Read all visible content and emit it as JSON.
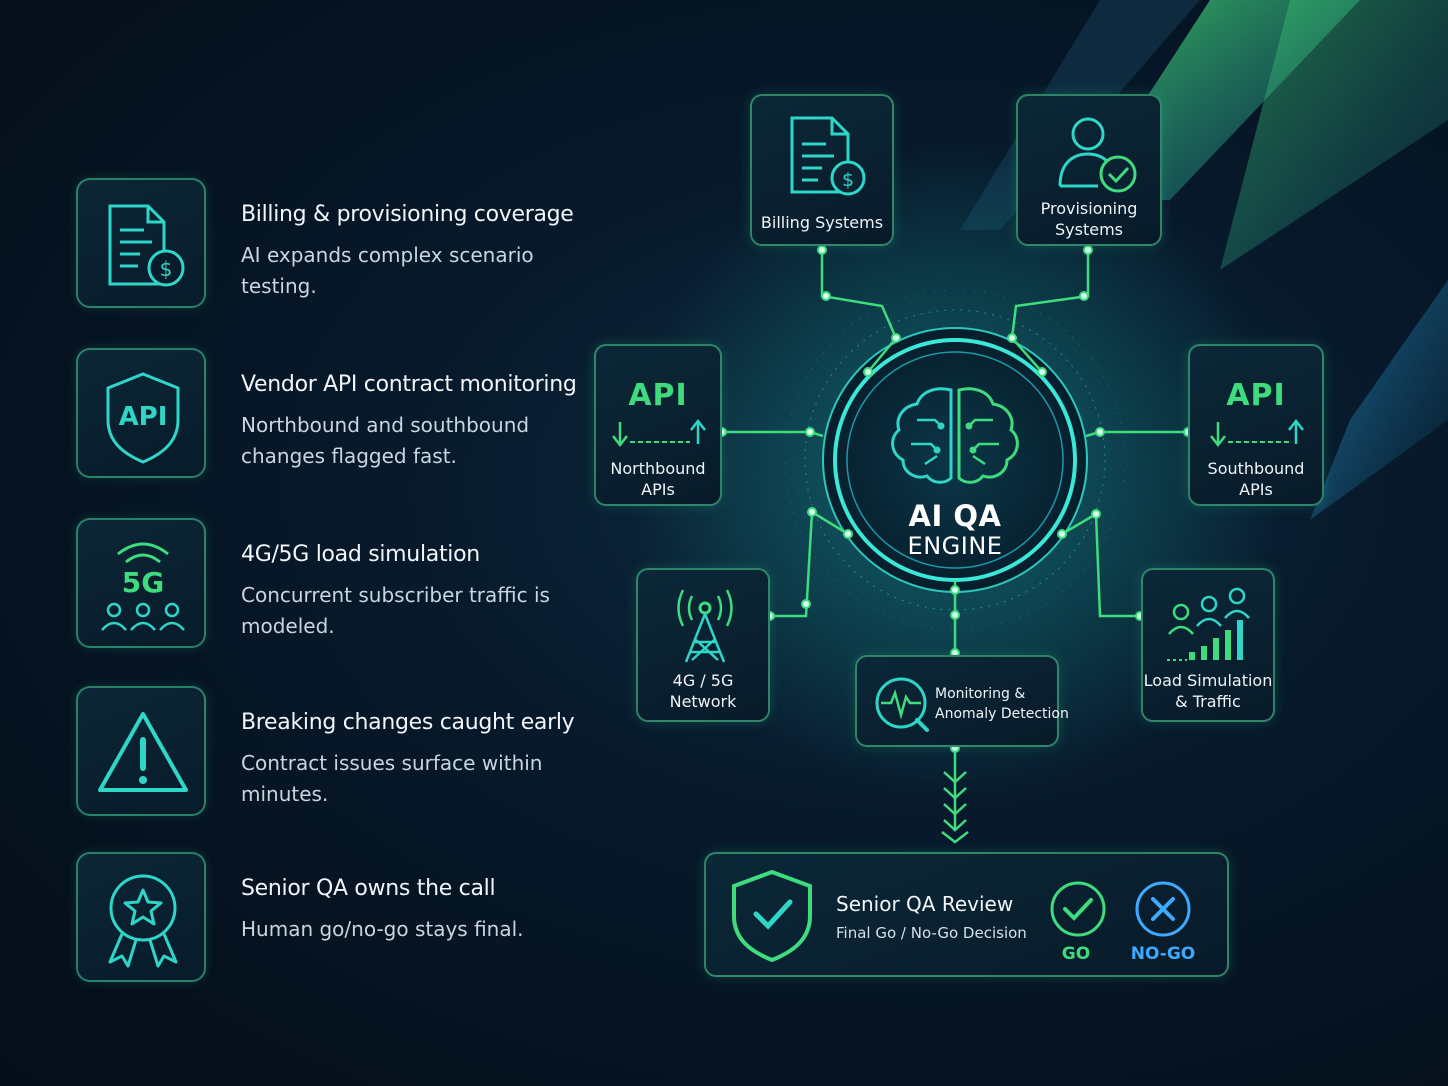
{
  "features": [
    {
      "title": "Billing & provisioning coverage",
      "desc": "AI expands complex scenario testing.",
      "icon": "billing-document-icon"
    },
    {
      "title": "Vendor API contract monitoring",
      "desc": "Northbound and southbound changes flagged fast.",
      "icon": "api-shield-icon"
    },
    {
      "title": "4G/5G load simulation",
      "desc": "Concurrent subscriber traffic is modeled.",
      "icon": "5g-users-icon"
    },
    {
      "title": "Breaking changes caught early",
      "desc": "Contract issues surface within minutes.",
      "icon": "warning-triangle-icon"
    },
    {
      "title": "Senior QA owns the call",
      "desc": "Human go/no-go stays final.",
      "icon": "award-ribbon-icon"
    }
  ],
  "engine": {
    "line1": "AI QA",
    "line2": "ENGINE"
  },
  "nodes": {
    "billing": "Billing Systems",
    "provisioning": "Provisioning\nSystems",
    "northbound": {
      "badge": "API",
      "label": "Northbound\nAPIs"
    },
    "southbound": {
      "badge": "API",
      "label": "Southbound\nAPIs"
    },
    "network": "4G / 5G\nNetwork",
    "load": "Load Simulation\n& Traffic",
    "monitoring": {
      "line1": "Monitoring &",
      "line2": "Anomaly Detection"
    }
  },
  "review": {
    "title": "Senior QA Review",
    "subtitle": "Final Go / No-Go Decision",
    "go_label": "GO",
    "nogo_label": "NO-GO"
  },
  "colors": {
    "accent_green": "#3fdc7e",
    "accent_teal": "#2fd6c8",
    "accent_blue": "#3ea9ff",
    "background": "#06121f"
  }
}
